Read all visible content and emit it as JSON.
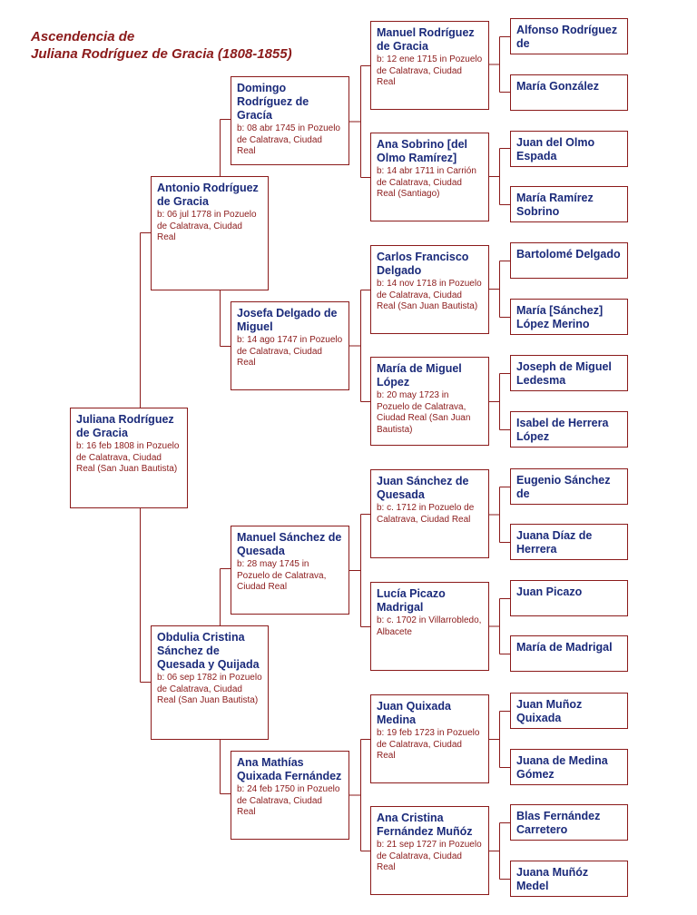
{
  "title": {
    "line1": "Ascendencia de",
    "line2": "Juliana Rodríguez de Gracia (1808-1855)"
  },
  "colors": {
    "line": "#8b1a1a",
    "name": "#1a2a7a",
    "detail": "#8b1a1a"
  },
  "people": {
    "p1": {
      "name": "Juliana Rodríguez de Gracia",
      "details": "b: 16 feb 1808 in Pozuelo de Calatrava, Ciudad Real (San Juan Bautista)"
    },
    "p2": {
      "name": "Antonio Rodríguez de Gracia",
      "details": "b: 06 jul 1778 in Pozuelo de Calatrava, Ciudad Real"
    },
    "p3": {
      "name": "Obdulia Cristina Sánchez de Quesada y Quijada",
      "details": "b: 06 sep 1782 in Pozuelo de Calatrava, Ciudad Real (San Juan Bautista)"
    },
    "p4": {
      "name": "Domingo Rodríguez de Gracía",
      "details": "b: 08 abr 1745 in Pozuelo de Calatrava, Ciudad Real"
    },
    "p5": {
      "name": "Josefa Delgado de Miguel",
      "details": "b: 14 ago 1747 in Pozuelo de Calatrava, Ciudad Real"
    },
    "p6": {
      "name": "Manuel Sánchez de Quesada",
      "details": "b: 28 may 1745 in Pozuelo de Calatrava, Ciudad Real"
    },
    "p7": {
      "name": "Ana Mathías Quixada Fernández",
      "details": "b: 24 feb 1750 in Pozuelo de Calatrava, Ciudad Real"
    },
    "p8": {
      "name": "Manuel Rodríguez de Gracia",
      "details": "b: 12 ene 1715 in Pozuelo de Calatrava, Ciudad Real"
    },
    "p9": {
      "name": "Ana Sobrino [del Olmo Ramírez]",
      "details": "b: 14 abr 1711 in Carrión de Calatrava, Ciudad Real (Santiago)"
    },
    "p10": {
      "name": "Carlos Francisco Delgado",
      "details": "b: 14 nov 1718 in Pozuelo de Calatrava, Ciudad Real (San Juan Bautista)"
    },
    "p11": {
      "name": "María de Miguel López",
      "details": "b: 20 may 1723 in Pozuelo de Calatrava, Ciudad Real (San Juan Bautista)"
    },
    "p12": {
      "name": "Juan Sánchez de Quesada",
      "details": "b: c. 1712 in Pozuelo de Calatrava, Ciudad Real"
    },
    "p13": {
      "name": "Lucía Picazo Madrigal",
      "details": "b: c. 1702 in Villarrobledo, Albacete"
    },
    "p14": {
      "name": "Juan Quixada Medina",
      "details": "b: 19 feb 1723 in Pozuelo de Calatrava, Ciudad Real"
    },
    "p15": {
      "name": "Ana Cristina Fernández Muñóz",
      "details": "b: 21 sep 1727 in Pozuelo de Calatrava, Ciudad Real"
    },
    "p16": {
      "name": "Alfonso Rodríguez de"
    },
    "p17": {
      "name": "María González"
    },
    "p18": {
      "name": "Juan del Olmo Espada"
    },
    "p19": {
      "name": "María Ramírez Sobrino"
    },
    "p20": {
      "name": "Bartolomé Delgado"
    },
    "p21": {
      "name": "María [Sánchez] López Merino"
    },
    "p22": {
      "name": "Joseph de Miguel Ledesma"
    },
    "p23": {
      "name": "Isabel de Herrera López"
    },
    "p24": {
      "name": "Eugenio Sánchez de"
    },
    "p25": {
      "name": "Juana Díaz de Herrera"
    },
    "p26": {
      "name": "Juan Picazo"
    },
    "p27": {
      "name": "María de Madrigal"
    },
    "p28": {
      "name": "Juan Muñoz Quixada"
    },
    "p29": {
      "name": "Juana de Medina Gómez"
    },
    "p30": {
      "name": "Blas Fernández Carretero"
    },
    "p31": {
      "name": "Juana Muñóz Medel"
    }
  }
}
